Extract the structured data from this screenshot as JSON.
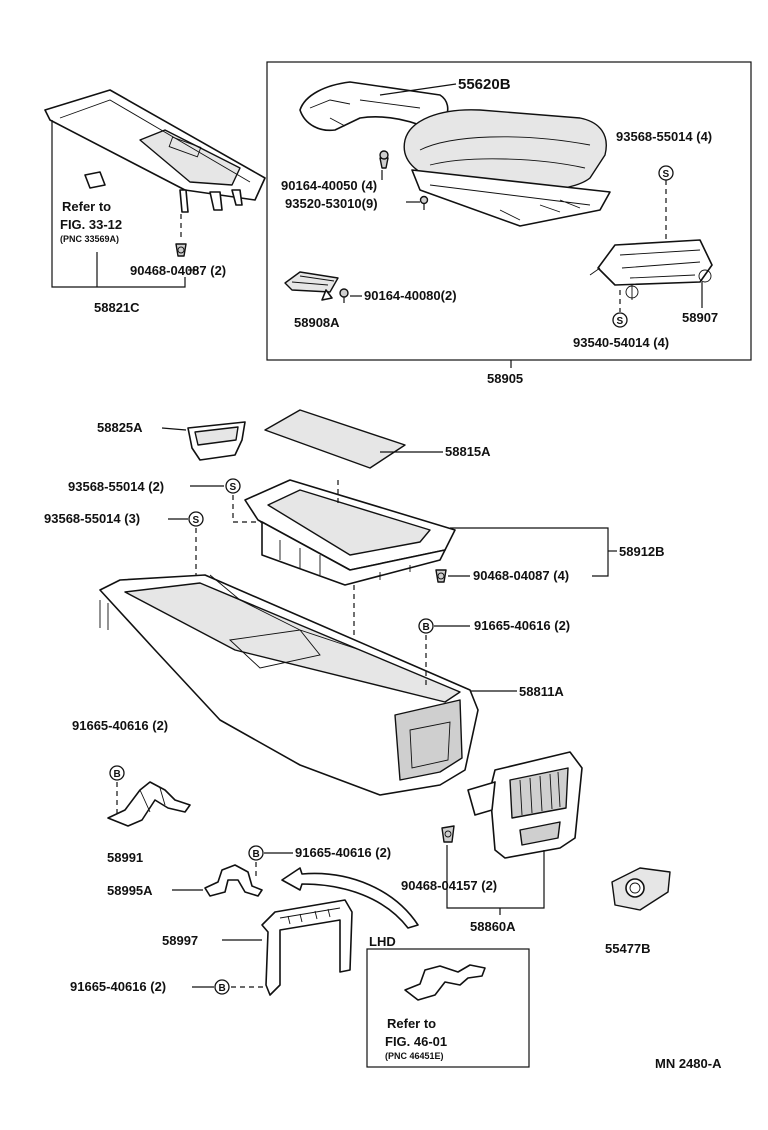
{
  "diagram_code": "MN 2480-A",
  "labels": {
    "p55620B": "55620B",
    "p93568_55014_4": "93568-55014 (4)",
    "p90164_40050": "90164-40050 (4)",
    "p93520_53010": "93520-53010(9)",
    "p90164_40080": "90164-40080(2)",
    "p58908A": "58908A",
    "p58907": "58907",
    "p93540_54014": "93540-54014 (4)",
    "p58905": "58905",
    "p90468_04087_2": "90468-04087 (2)",
    "p58821C": "58821C",
    "p58825A": "58825A",
    "p58815A": "58815A",
    "p93568_55014_2": "93568-55014 (2)",
    "p93568_55014_3": "93568-55014 (3)",
    "p58912B": "58912B",
    "p90468_04087_4": "90468-04087 (4)",
    "p91665_40616_a": "91665-40616 (2)",
    "p58811A": "58811A",
    "p91665_40616_b": "91665-40616 (2)",
    "p58991": "58991",
    "p91665_40616_c": "91665-40616 (2)",
    "p58995A": "58995A",
    "p58997": "58997",
    "p91665_40616_d": "91665-40616 (2)",
    "p90468_04157": "90468-04157 (2)",
    "p58860A": "58860A",
    "p55477B": "55477B"
  },
  "refs": {
    "ref1_line1": "Refer to",
    "ref1_line2": "FIG. 33-12",
    "ref1_line3": "(PNC 33569A)",
    "ref2_line1": "Refer to",
    "ref2_line2": "FIG. 46-01",
    "ref2_line3": "(PNC 46451E)"
  },
  "lhd_label": "LHD",
  "symbols": {
    "s": "S",
    "b": "B"
  }
}
